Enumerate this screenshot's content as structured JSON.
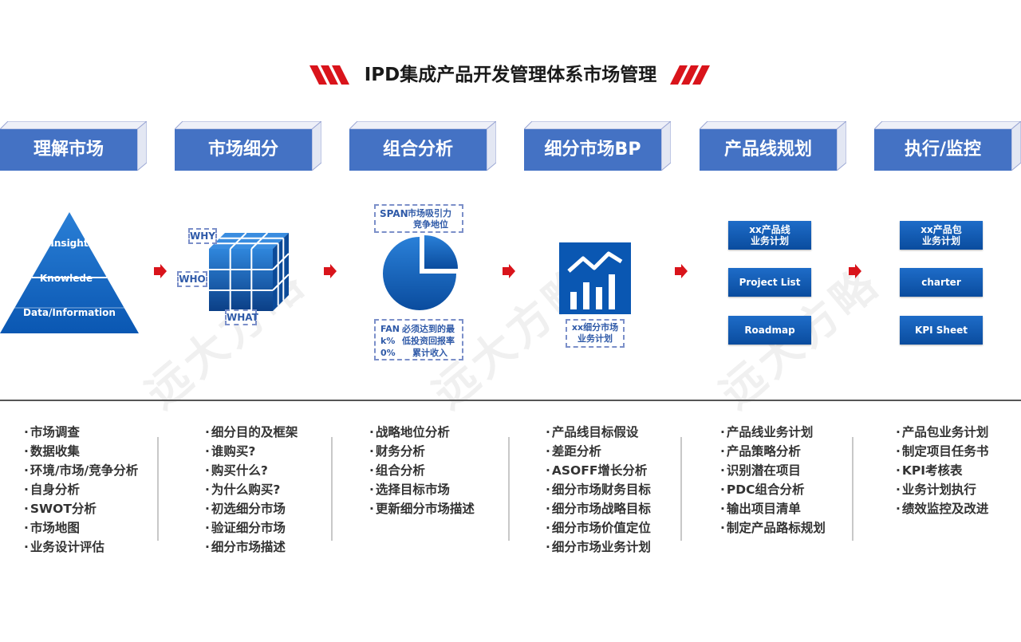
{
  "title": "IPD集成产品开发管理体系市场管理",
  "steps": [
    {
      "label": "理解市场"
    },
    {
      "label": "市场细分"
    },
    {
      "label": "组合分析"
    },
    {
      "label": "细分市场BP"
    },
    {
      "label": "产品线规划"
    },
    {
      "label": "执行/监控"
    }
  ],
  "pyramid": {
    "top": "Insight",
    "middle": "Knowlede",
    "bottom": "Data/Information"
  },
  "cube": {
    "why": "WHY",
    "who": "WHO",
    "what": "WHAT"
  },
  "span": {
    "prefix": "SPAN",
    "line1": "市场吸引力",
    "line2": "竞争地位"
  },
  "fan": {
    "prefix1": "FAN",
    "prefix2": "k%",
    "prefix3": "0%",
    "line1": "必须达到的最",
    "line2": "低投资回报率",
    "line3": "累计收入"
  },
  "bp_caption": {
    "line1": "xx细分市场",
    "line2": "业务计划"
  },
  "product_line_buttons": [
    {
      "line1": "xx产品线",
      "line2": "业务计划"
    },
    {
      "line1": "Project List",
      "line2": ""
    },
    {
      "line1": "Roadmap",
      "line2": ""
    }
  ],
  "exec_buttons": [
    {
      "line1": "xx产品包",
      "line2": "业务计划"
    },
    {
      "line1": "charter",
      "line2": ""
    },
    {
      "line1": "KPI Sheet",
      "line2": ""
    }
  ],
  "lists": [
    [
      "市场调查",
      "数据收集",
      "环境/市场/竞争分析",
      "自身分析",
      "SWOT分析",
      "市场地图",
      "业务设计评估"
    ],
    [
      "细分目的及框架",
      "谁购买?",
      "购买什么?",
      "为什么购买?",
      "初选细分市场",
      "验证细分市场",
      "细分市场描述"
    ],
    [
      "战略地位分析",
      "财务分析",
      "组合分析",
      "选择目标市场",
      "更新细分市场描述"
    ],
    [
      "产品线目标假设",
      "差距分析",
      "ASOFF增长分析",
      "细分市场财务目标",
      "细分市场战略目标",
      "细分市场价值定位",
      "细分市场业务计划"
    ],
    [
      "产品线业务计划",
      "产品策略分析",
      "识别潜在项目",
      "PDC组合分析",
      "输出项目清单",
      "制定产品路标规划"
    ],
    [
      "产品包业务计划",
      "制定项目任务书",
      "KPI考核表",
      "业务计划执行",
      "绩效监控及改进"
    ]
  ],
  "watermark": "远大方略",
  "colors": {
    "step_blue": "#4472c4",
    "accent_red": "#d9141b",
    "dark_blue": "#0a4c9e"
  }
}
